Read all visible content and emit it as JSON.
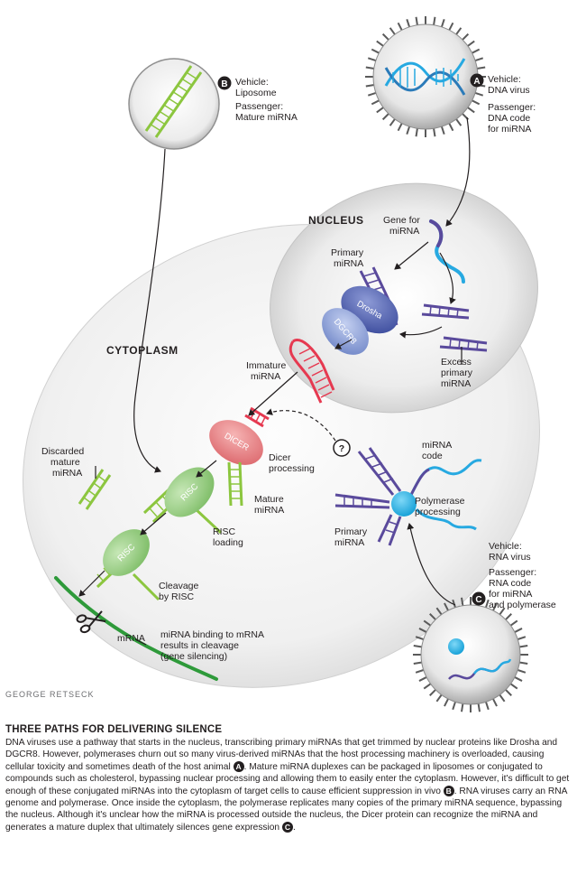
{
  "labels": {
    "cytoplasm": "CYTOPLASM",
    "nucleus": "NUCLEUS",
    "gene_for_mirna": [
      "Gene for",
      "miRNA"
    ],
    "primary_mirna_nucleus": [
      "Primary",
      "miRNA"
    ],
    "excess_primary_mirna": [
      "Excess",
      "primary",
      "miRNA"
    ],
    "immature_mirna": [
      "Immature",
      "miRNA"
    ],
    "dicer_processing": [
      "Dicer",
      "processing"
    ],
    "mature_mirna": [
      "Mature",
      "miRNA"
    ],
    "discarded_mature_mirna": [
      "Discarded",
      "mature",
      "miRNA"
    ],
    "risc_loading": [
      "RISC",
      "loading"
    ],
    "cleavage_by_risc": [
      "Cleavage",
      "by RISC"
    ],
    "mrna": "mRNA",
    "mirna_binding": [
      "miRNA binding to mRNA",
      "results in cleavage",
      "(gene silencing)"
    ],
    "mirna_code": [
      "miRNA",
      "code"
    ],
    "polymerase_processing": [
      "Polymerase",
      "processing"
    ],
    "primary_mirna_cyto": [
      "Primary",
      "miRNA"
    ],
    "question": "?",
    "credit": "GEORGE RETSECK"
  },
  "enzymes": {
    "drosha": "Drosha",
    "dgcr8": "DGCR8",
    "dicer": "DICER",
    "risc": "RISC"
  },
  "vehicles": {
    "a": {
      "badge": "A",
      "vehicle": [
        "Vehicle:",
        "DNA virus"
      ],
      "passenger": [
        "Passenger:",
        "DNA code",
        "for miRNA"
      ]
    },
    "b": {
      "badge": "B",
      "vehicle": [
        "Vehicle:",
        "Liposome"
      ],
      "passenger": [
        "Passenger:",
        "Mature miRNA"
      ]
    },
    "c": {
      "badge": "C",
      "vehicle": [
        "Vehicle:",
        "RNA virus"
      ],
      "passenger": [
        "Passenger:",
        "RNA code",
        "for miRNA",
        "and polymerase"
      ]
    }
  },
  "caption": {
    "title": "THREE PATHS FOR DELIVERING SILENCE",
    "part1": "DNA viruses use a pathway that starts in the nucleus, transcribing primary miRNAs that get trimmed by nuclear proteins like Drosha and DGCR8. However, polymerases churn out so many virus-derived miRNAs that the host processing machinery is overloaded, causing cellular toxicity and sometimes death of the host animal",
    "badge_a": "A",
    "part2": ". Mature miRNA duplexes can be packaged in liposomes or conjugated to compounds such as cholesterol, bypassing nuclear processing and allowing them to easily enter the cytoplasm. However, it's difficult to get enough of these conjugated miRNAs into the cytoplasm of target cells to cause efficient suppression in vivo",
    "badge_b": "B",
    "part3": ". RNA viruses carry an RNA genome and polymerase. Once inside the cytoplasm, the polymerase replicates many copies of the primary miRNA sequence, bypassing the nucleus. Although it's unclear how the miRNA is processed outside the nucleus, the Dicer protein can recognize the miRNA and generates a mature duplex that ultimately silences gene expression",
    "badge_c": "C",
    "part4": "."
  },
  "colors": {
    "purple": "#5a4a9c",
    "red": "#e63950",
    "green": "#8cc63f",
    "dark_green": "#2e9a3a",
    "dna_blue": "#27a9e1",
    "drosha": "#5b6bb5",
    "dgcr8": "#8fa4d8",
    "dicer": "#e8787c",
    "risc": "#8cc97a",
    "polymerase": "#1fb3e8"
  }
}
